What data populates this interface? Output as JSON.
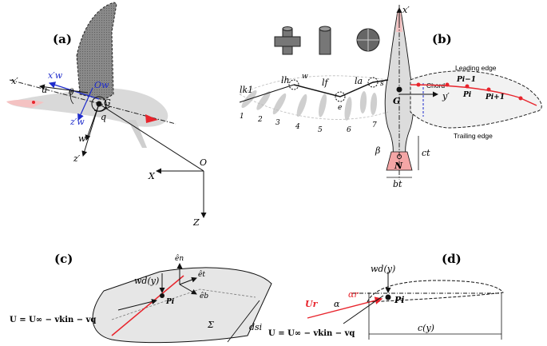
{
  "colors": {
    "accent_red": "#e8242c",
    "accent_blue": "#1f2ccc",
    "dark_gray": "#707070",
    "light_gray": "#d9d9d9",
    "ink": "#111111"
  },
  "panels": {
    "a": {
      "label": "(a)",
      "x_prime": "x′",
      "u": "u",
      "x_w": "x′w",
      "O_w": "Ow",
      "theta": "θ",
      "G": "G",
      "q": "q",
      "z_w": "z′w",
      "w": "w",
      "z_prime": "z′",
      "X": "X",
      "O": "O",
      "Z": "Z"
    },
    "b": {
      "label": "(b)",
      "x_prime": "x′",
      "leading_edge": "Leading edge",
      "trailing_edge": "Trailing edge",
      "chord": "Chord",
      "p_prev": "Pi−1",
      "p_i": "Pi",
      "p_next": "Pi+1",
      "y_prime": "y′",
      "G": "G",
      "N": "N",
      "beta": "β",
      "c_t": "ct",
      "b_t": "bt",
      "joint_w": "w",
      "joint_e": "e",
      "joint_s": "s",
      "l_h": "lh",
      "l_f": "lf",
      "l_a": "la",
      "l_k1": "lk1",
      "feathers": [
        "1",
        "2",
        "3",
        "4",
        "5",
        "6",
        "7"
      ]
    },
    "c": {
      "label": "(c)",
      "e_n": "ên",
      "e_t": "êt",
      "e_b": "êb",
      "w_d": "wd(y)",
      "P_i": "Pi",
      "sigma": "Σ",
      "ds_i": "dsi",
      "formula": "U = U∞ − vkin − vq"
    },
    "d": {
      "label": "(d)",
      "w_d": "wd(y)",
      "P_i": "Pi",
      "U_r": "Ur",
      "alpha": "α",
      "alpha_r": "αr",
      "c_y": "c(y)",
      "formula": "U = U∞ − vkin − vq"
    }
  }
}
